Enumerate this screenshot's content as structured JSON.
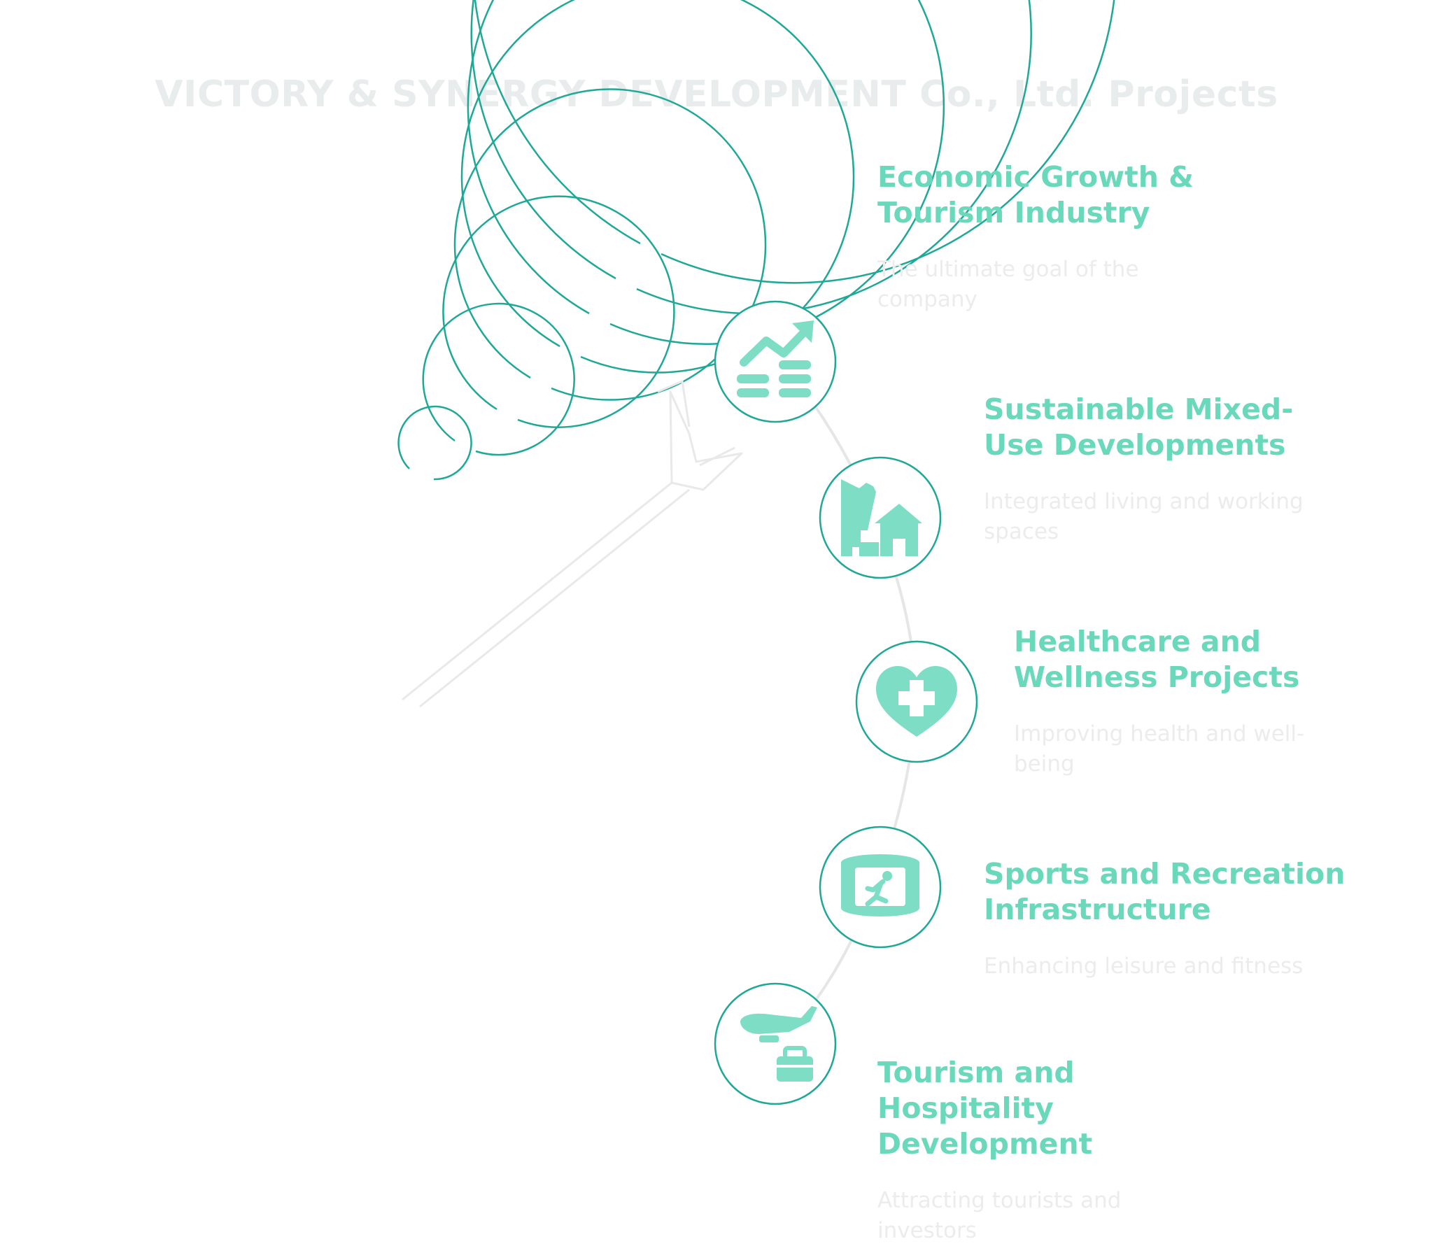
{
  "title": "VICTORY & SYNERGY DEVELOPMENT Co., Ltd. Projects",
  "colors": {
    "accent": "#1ea896",
    "icon": "#7ddec5",
    "heading": "#6ad8bb",
    "muted": "#ececec",
    "connector": "#e6e6e6"
  },
  "items": [
    {
      "title_lines": [
        "Economic Growth &",
        "Tourism Industry"
      ],
      "desc_lines": [
        "The ultimate goal of the",
        "company"
      ],
      "icon": "growth-chart-icon"
    },
    {
      "title_lines": [
        "Sustainable Mixed-",
        "Use Developments"
      ],
      "desc_lines": [
        "Integrated living and working",
        "spaces"
      ],
      "icon": "buildings-house-icon"
    },
    {
      "title_lines": [
        "Healthcare and",
        "Wellness Projects"
      ],
      "desc_lines": [
        "Improving health and well-",
        "being"
      ],
      "icon": "heart-cross-icon"
    },
    {
      "title_lines": [
        "Sports and Recreation",
        "Infrastructure"
      ],
      "desc_lines": [
        "Enhancing leisure and fitness"
      ],
      "icon": "stadium-runner-icon"
    },
    {
      "title_lines": [
        "Tourism and",
        "Hospitality",
        "Development"
      ],
      "desc_lines": [
        "Attracting tourists and",
        "investors"
      ],
      "icon": "plane-luggage-icon"
    }
  ]
}
